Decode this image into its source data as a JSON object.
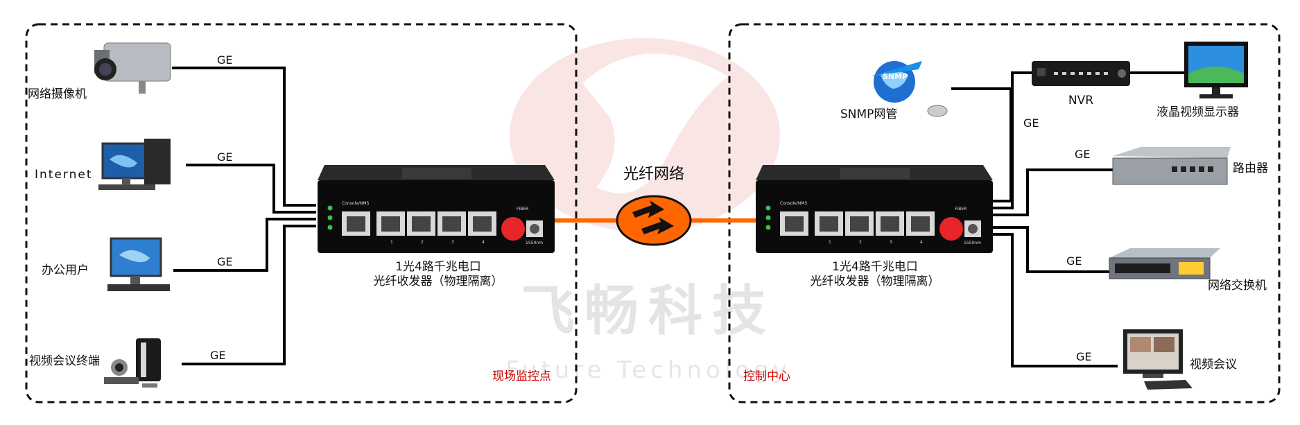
{
  "zones": {
    "left": "现场监控点",
    "right": "控制中心"
  },
  "network_label": "光纤网络",
  "link_label": "GE",
  "devices_left": {
    "camera": "网络摄像机",
    "internet": "Internet",
    "office": "办公用户",
    "videoconf": "视频会议终端"
  },
  "devices_right": {
    "snmp": "SNMP网管",
    "nvr": "NVR",
    "monitor": "液晶视频显示器",
    "router": "路由器",
    "switch": "网络交换机",
    "videoconf": "视频会议"
  },
  "converter": {
    "line1": "1光4路千兆电口",
    "line2": "光纤收发器（物理隔离）",
    "port_labels": {
      "console": "Console/NMS",
      "fiber": "FIBER",
      "wavelength": "1550nm",
      "p1": "1",
      "p2": "2",
      "p3": "3",
      "p4": "4"
    }
  },
  "watermark": {
    "brand": "飞畅科技",
    "english": "Future Technology"
  },
  "colors": {
    "fiber": "#ff6600",
    "zone_text": "#cc0000",
    "watermark": "#f5c8c8"
  }
}
